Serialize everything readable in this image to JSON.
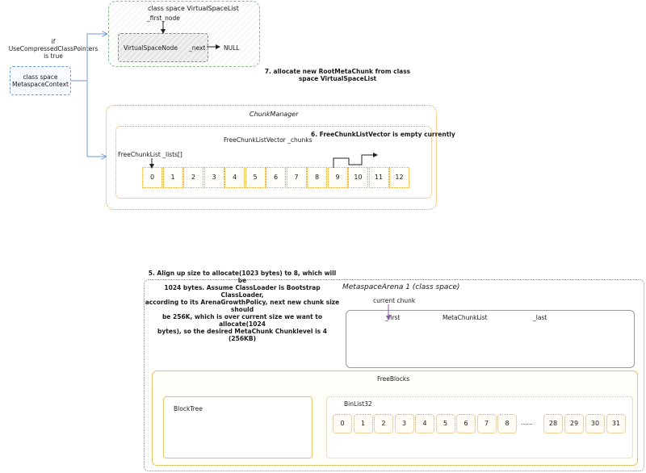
{
  "virtual_space_list": {
    "title": "class space VirtualSpaceList",
    "first_node_label": "_first_node",
    "node_label": "VirtualSpaceNode",
    "next_label": "_next",
    "null_label": "NULL"
  },
  "condition": {
    "line1": "if",
    "line2": "UseCompressedClassPointers",
    "line3": "is true"
  },
  "context": {
    "line1": "class space",
    "line2": "MetaspaceContext"
  },
  "step7": {
    "line1": "7. allocate new RootMetaChunk from class",
    "line2": "space VirtualSpaceList"
  },
  "chunk_manager": {
    "title": "ChunkManager",
    "vector_label": "FreeChunkListVector _chunks",
    "lists_label": "FreeChunkList _lists[]",
    "cells": [
      "0",
      "1",
      "2",
      "3",
      "4",
      "5",
      "6",
      "7",
      "8",
      "9",
      "10",
      "11",
      "12"
    ]
  },
  "step6": {
    "text": "6. FreeChunkListVector is empty currently"
  },
  "step5": {
    "lines": [
      "5. Align up size to allocate(1023 bytes) to 8, which will be",
      "1024 bytes. Assume ClassLoader is Bootstrap ClassLoader,",
      "according to its ArenaGrowthPolicy, next new chunk size should",
      "be 256K, which is over current size we want to allocate(1024",
      "bytes), so the desired MetaChunk Chunklevel is 4 (256KB)"
    ]
  },
  "arena": {
    "title": "MetaspaceArena 1 (class space)",
    "current_chunk_label": "current chunk",
    "metachunk_list": {
      "first": "_first",
      "title": "MetaChunkList",
      "last": "_last"
    },
    "freeblocks": {
      "title": "FreeBlocks",
      "blocktree": "BlockTree",
      "binlist": "BinList32",
      "cells_left": [
        "0",
        "1",
        "2",
        "3",
        "4",
        "5",
        "6",
        "7",
        "8"
      ],
      "ellipsis": "……",
      "cells_right": [
        "28",
        "29",
        "30",
        "31"
      ]
    }
  }
}
